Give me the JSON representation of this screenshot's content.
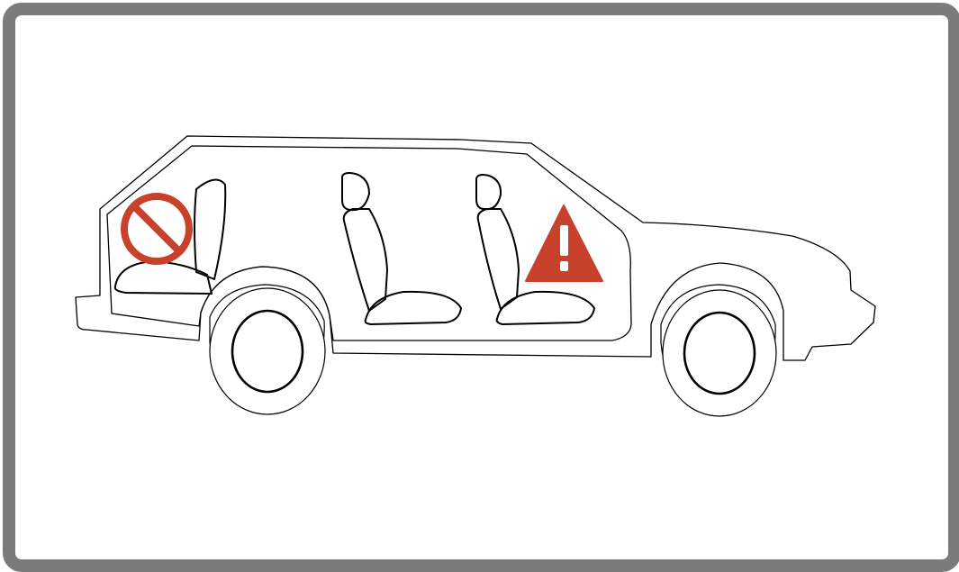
{
  "diagram": {
    "subject": "vehicle-side-view-seating",
    "colors": {
      "frame": "#7b7b7b",
      "background": "#ffffff",
      "outline": "#000000",
      "warning": "#c8412a",
      "warning_glyph": "#ffffff"
    },
    "icons": [
      {
        "name": "prohibited-icon",
        "position": "rear-cargo-seat"
      },
      {
        "name": "warning-triangle-icon",
        "position": "front-passenger-area"
      }
    ],
    "seats": [
      "rear-seat",
      "middle-seat",
      "front-seat"
    ],
    "wheels": [
      "rear-wheel",
      "front-wheel"
    ]
  }
}
